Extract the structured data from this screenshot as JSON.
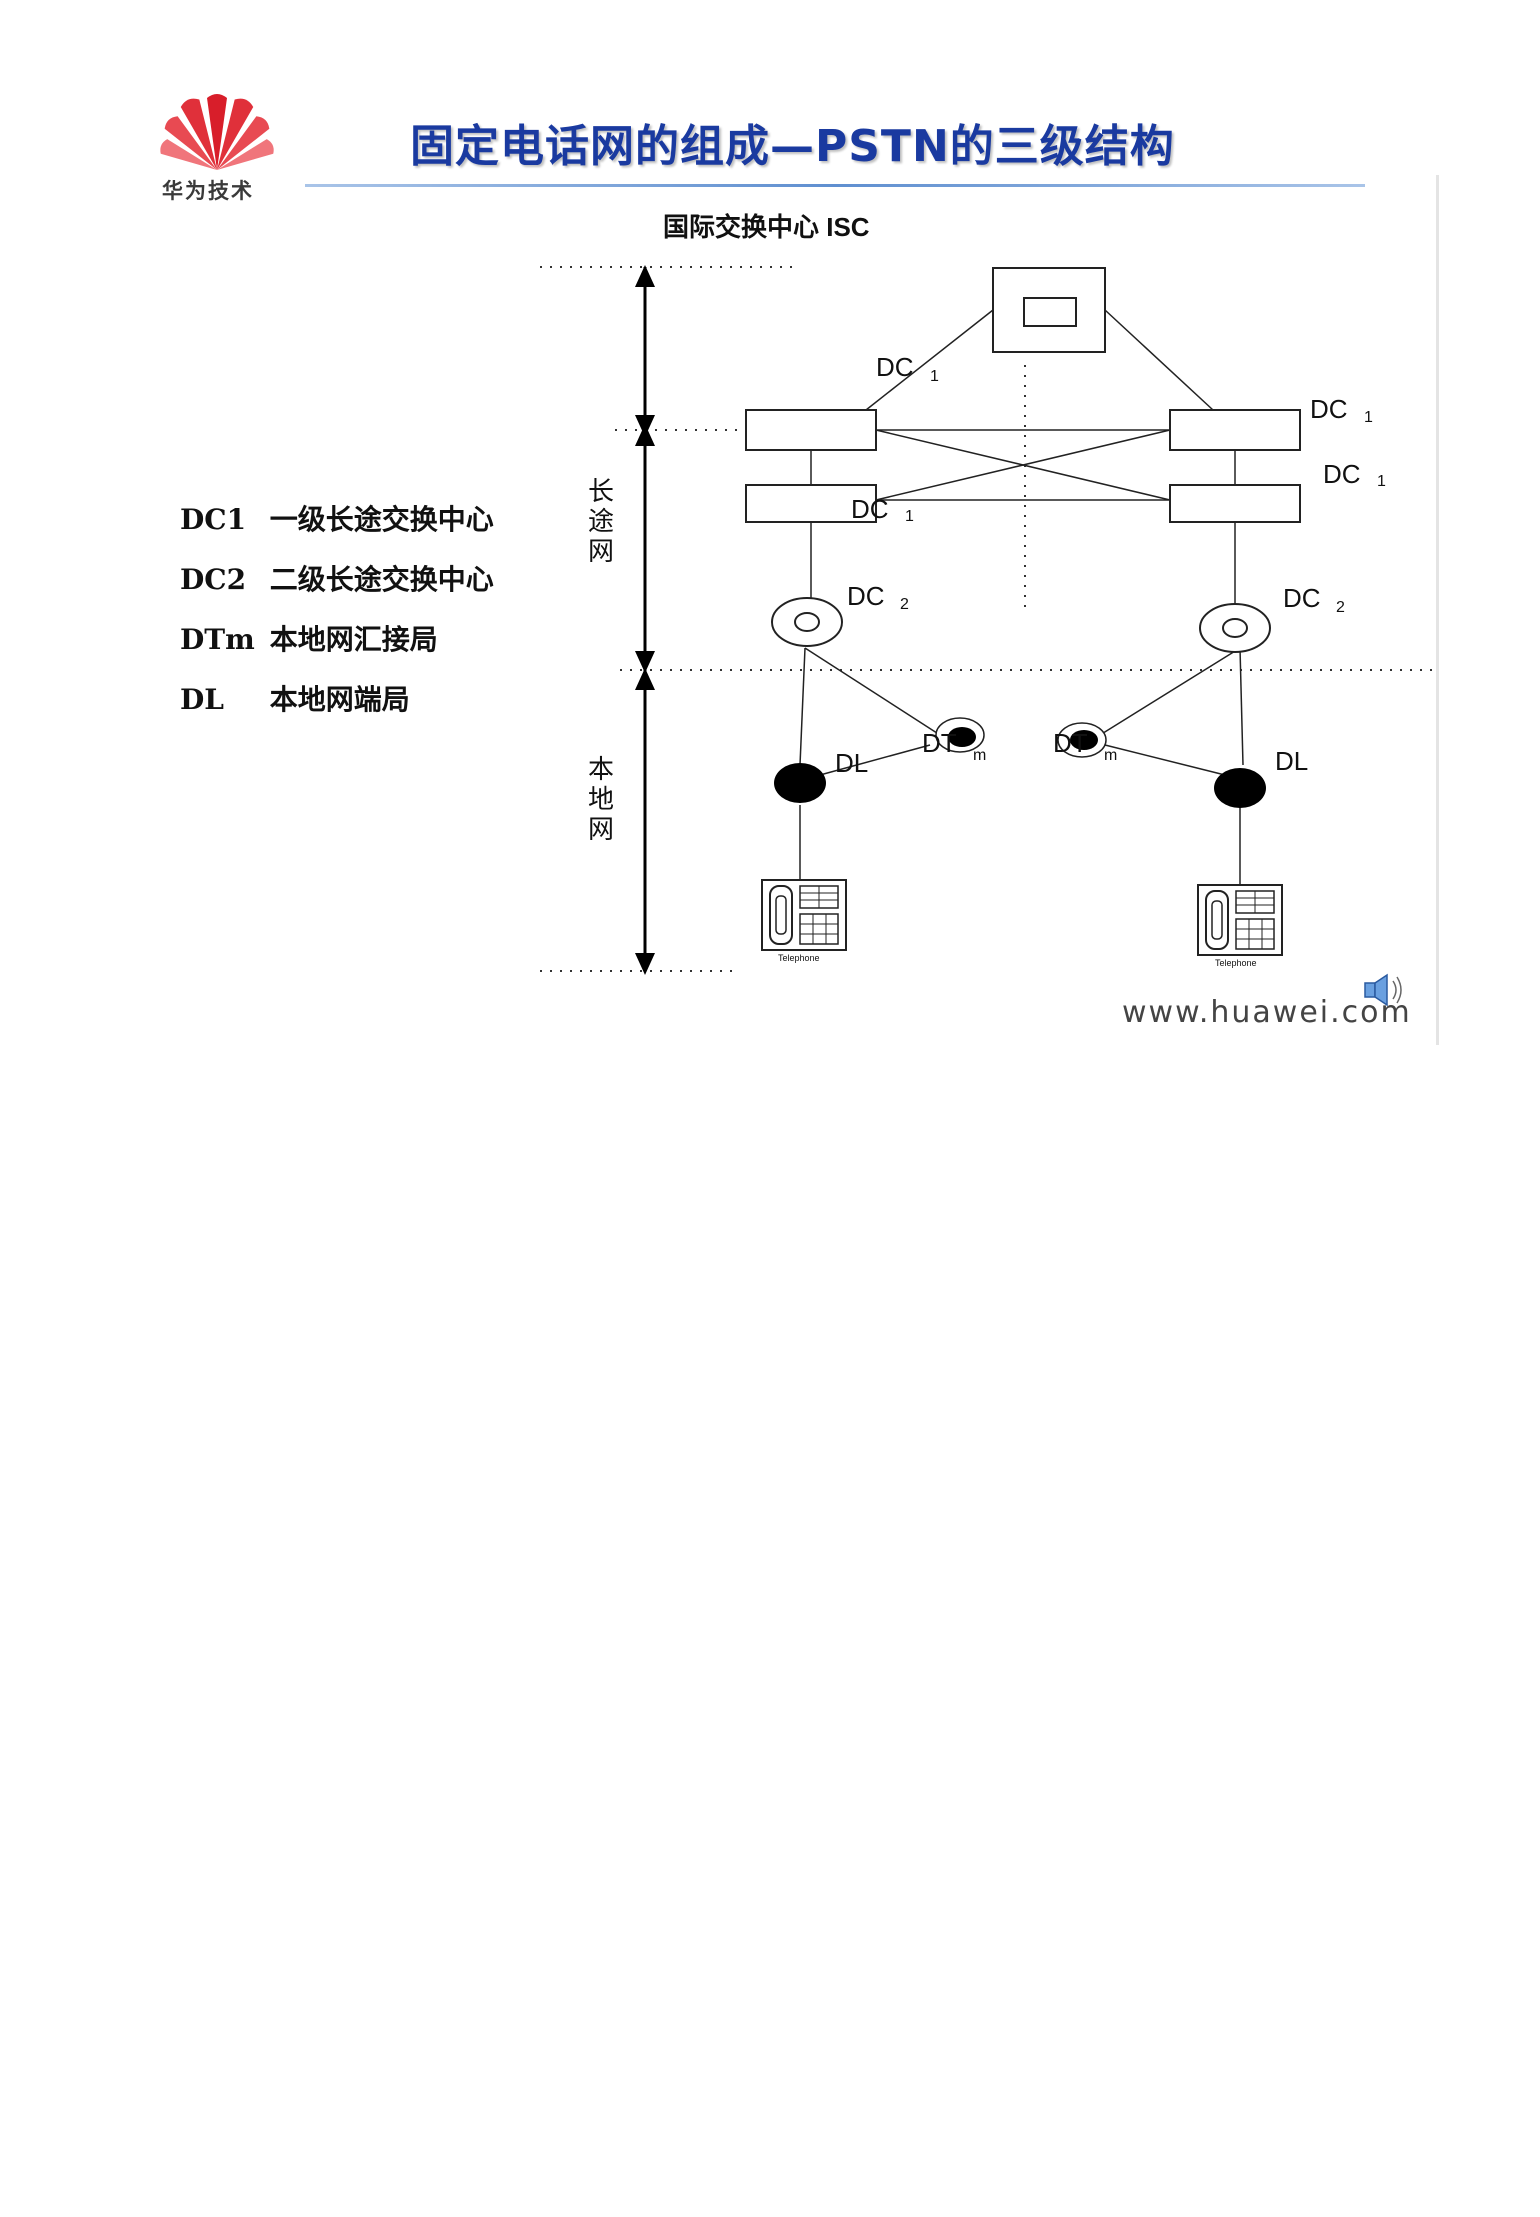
{
  "header": {
    "title": "固定电话网的组成—PSTN的三级结构",
    "logo_text": "华为技术"
  },
  "legend": [
    {
      "code": "DC1",
      "desc": "一级长途交换中心"
    },
    {
      "code": "DC2",
      "desc": "二级长途交换中心"
    },
    {
      "code": "DTm",
      "desc": "本地网汇接局"
    },
    {
      "code": "DL",
      "desc": "本地网端局"
    }
  ],
  "diagram": {
    "isc_label": "国际交换中心 ISC",
    "long_distance_label": "长途网",
    "local_label": "本地网",
    "dc1_main": "DC",
    "dc1_sub": "1",
    "dc2_main": "DC",
    "dc2_sub": "2",
    "dtm_main": "DT",
    "dtm_sub": "m",
    "dl_label": "DL",
    "telephone_label": "Telephone"
  },
  "footer": {
    "url": "www.huawei.com"
  },
  "colors": {
    "title": "#1a3aa0",
    "logo": "#d81e2a",
    "rule": "#5f8fd0"
  }
}
